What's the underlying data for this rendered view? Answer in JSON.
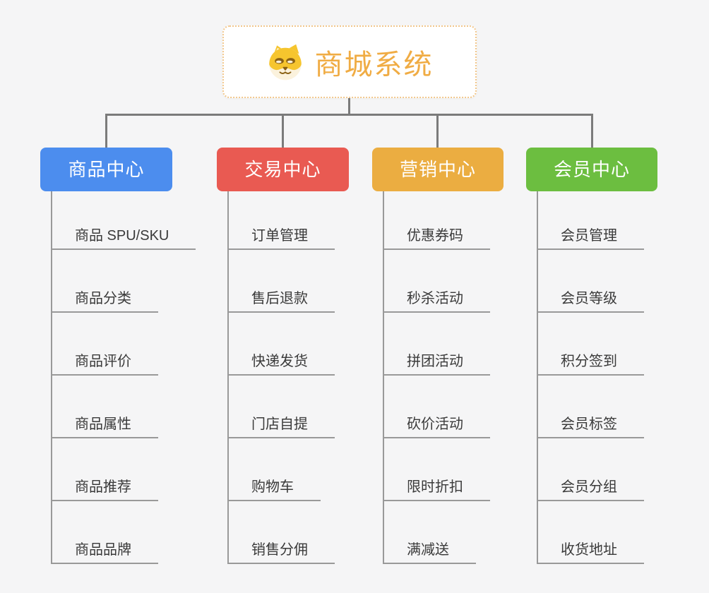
{
  "root": {
    "title": "商城系统",
    "icon": "shiba-dog-face-icon"
  },
  "branches": [
    {
      "label": "商品中心",
      "color": "#4c8dee",
      "children": [
        "商品 SPU/SKU",
        "商品分类",
        "商品评价",
        "商品属性",
        "商品推荐",
        "商品品牌"
      ]
    },
    {
      "label": "交易中心",
      "color": "#e95a52",
      "children": [
        "订单管理",
        "售后退款",
        "快递发货",
        "门店自提",
        "购物车",
        "销售分佣"
      ]
    },
    {
      "label": "营销中心",
      "color": "#ebad41",
      "children": [
        "优惠券码",
        "秒杀活动",
        "拼团活动",
        "砍价活动",
        "限时折扣",
        "满减送"
      ]
    },
    {
      "label": "会员中心",
      "color": "#6cbe40",
      "children": [
        "会员管理",
        "会员等级",
        "积分签到",
        "会员标签",
        "会员分组",
        "收货地址"
      ]
    }
  ],
  "colors": {
    "background": "#f5f5f6",
    "root_text": "#f0ac44",
    "root_border": "#f2c78c",
    "connector": "#7b7b7b",
    "child_line": "#999999",
    "child_text": "#3a3a3a"
  }
}
